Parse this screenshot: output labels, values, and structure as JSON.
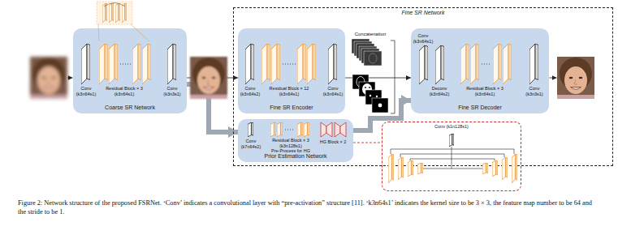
{
  "diagram": {
    "caption": "Figure 2: Network structure of the proposed FSRNet. ‘Conv’ indicates a convolutional layer with “pre-activation” structure [11]. ‘k3n64s1’ indicates the kernel size to be 3 × 3, the feature map number to be 64 and the stride to be 1.",
    "nodes": [
      {
        "text": [
          "Coarse SR Network"
        ]
      },
      {
        "text": [
          "Fine SR Network"
        ]
      },
      {
        "text": [
          "Fine SR Encoder"
        ],
        "in": 1
      },
      {
        "text": [
          "Fine SR Decoder"
        ],
        "in": 1
      },
      {
        "text": [
          "Prior Estimation Network"
        ],
        "in": 1
      },
      {
        "text": [
          "Conv (k1n128s1)"
        ]
      }
    ],
    "edges": [
      {
        "from": 0,
        "to": 2,
        "arrow": "to"
      },
      {
        "from": 0,
        "to": 4,
        "arrow": "to"
      },
      {
        "from": 2,
        "to": 3,
        "arrow": "to"
      },
      {
        "from": 4,
        "to": 3,
        "arrow": "to"
      },
      {
        "from": 4,
        "to": 5,
        "arrow": "none"
      }
    ],
    "labels": [
      "Conv (k3n64s1)",
      "Residual Block × 3 (k3n64s1)",
      "Conv (k3n3s1)",
      "Conv (k3n64s2)",
      "Residual Block × 12 (k3n64s1)",
      "Conv (k3n64s1)",
      "Concatenation",
      "Conv (k3n64s1)",
      "Deconv (k3n64s2)",
      "Residual Block × 3 (k3n64s1)",
      "Conv (k3n3s1)",
      "Conv (k7n64s2)",
      "Residual Block × 3 (k3n128s1)",
      "Pre-Process for HG",
      "HG Block × 2"
    ]
  }
}
